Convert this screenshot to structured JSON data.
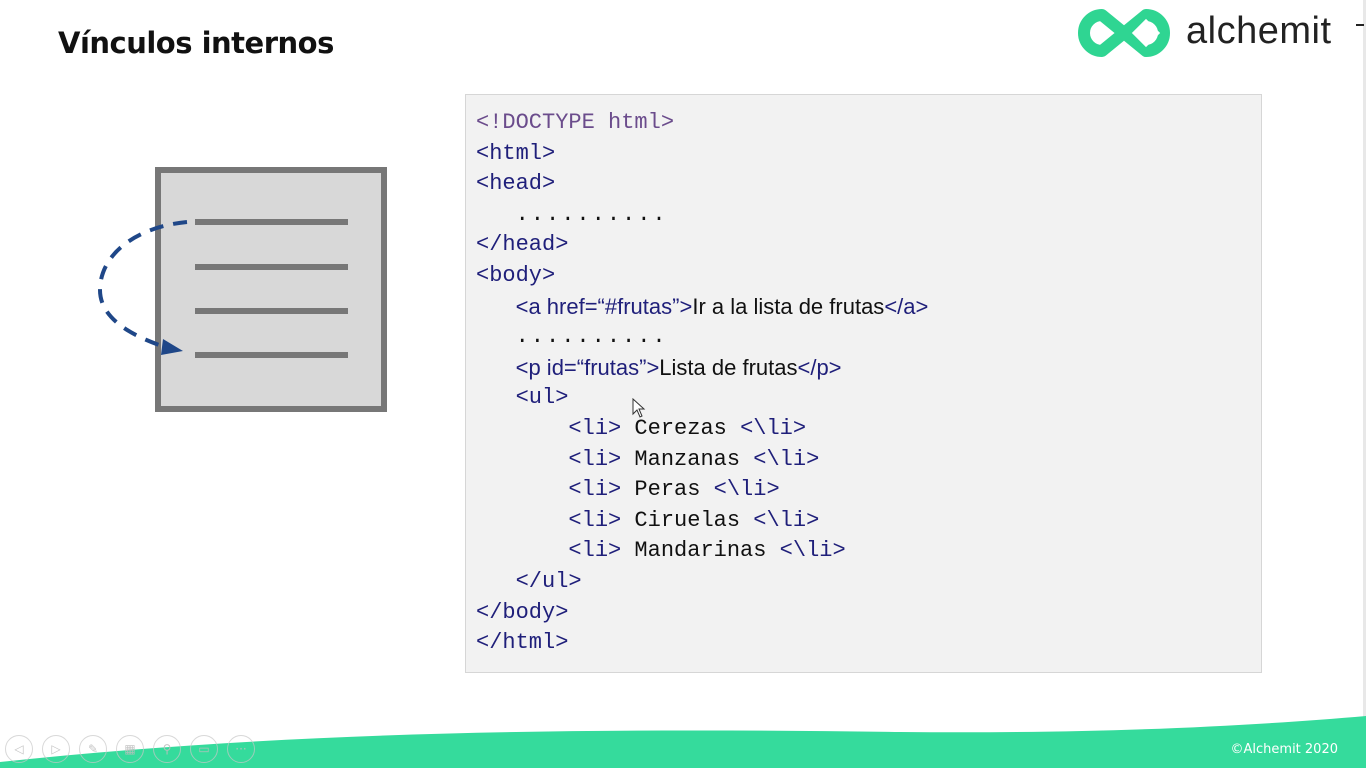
{
  "slide": {
    "title": "Vínculos internos",
    "brand": {
      "name": "alchemit",
      "accent_color": "#2fd592"
    },
    "copyright": "©Alchemit 2020"
  },
  "diagram": {
    "description": "document-with-internal-link",
    "line_count": 4,
    "arrow_color": "#1f4788"
  },
  "code": {
    "lines": [
      {
        "indent": "",
        "parts": [
          {
            "t": "<!DOCTYPE html>",
            "c": "doctype"
          }
        ]
      },
      {
        "indent": "",
        "parts": [
          {
            "t": "<html>",
            "c": "tag"
          }
        ]
      },
      {
        "indent": "",
        "parts": [
          {
            "t": "<head>",
            "c": "tag"
          }
        ]
      },
      {
        "indent": "   ",
        "parts": [
          {
            "t": "..........",
            "c": "dots"
          }
        ]
      },
      {
        "indent": "",
        "parts": [
          {
            "t": "</head>",
            "c": "tag"
          }
        ]
      },
      {
        "indent": "",
        "parts": [
          {
            "t": "<body>",
            "c": "tag"
          }
        ]
      },
      {
        "indent": "   ",
        "parts": [
          {
            "t": "<a href=“#frutas”>",
            "c": "tag"
          },
          {
            "t": "Ir a la lista de frutas",
            "c": "txt"
          },
          {
            "t": "</a>",
            "c": "tag"
          }
        ]
      },
      {
        "indent": "   ",
        "parts": [
          {
            "t": "..........",
            "c": "dots"
          }
        ]
      },
      {
        "indent": "   ",
        "parts": [
          {
            "t": "<p id=“frutas”>",
            "c": "tag"
          },
          {
            "t": "Lista de frutas",
            "c": "txt"
          },
          {
            "t": "</p>",
            "c": "tag"
          }
        ]
      },
      {
        "indent": "   ",
        "parts": [
          {
            "t": "<ul>",
            "c": "tag"
          }
        ]
      },
      {
        "indent": "       ",
        "parts": [
          {
            "t": "<li>",
            "c": "tag"
          },
          {
            "t": " Cerezas ",
            "c": "txt"
          },
          {
            "t": "<\\li>",
            "c": "tag"
          }
        ]
      },
      {
        "indent": "       ",
        "parts": [
          {
            "t": "<li>",
            "c": "tag"
          },
          {
            "t": " Manzanas ",
            "c": "txt"
          },
          {
            "t": "<\\li>",
            "c": "tag"
          }
        ]
      },
      {
        "indent": "       ",
        "parts": [
          {
            "t": "<li>",
            "c": "tag"
          },
          {
            "t": " Peras ",
            "c": "txt"
          },
          {
            "t": "<\\li>",
            "c": "tag"
          }
        ]
      },
      {
        "indent": "       ",
        "parts": [
          {
            "t": "<li>",
            "c": "tag"
          },
          {
            "t": " Ciruelas ",
            "c": "txt"
          },
          {
            "t": "<\\li>",
            "c": "tag"
          }
        ]
      },
      {
        "indent": "       ",
        "parts": [
          {
            "t": "<li>",
            "c": "tag"
          },
          {
            "t": " Mandarinas ",
            "c": "txt"
          },
          {
            "t": "<\\li>",
            "c": "tag"
          }
        ]
      },
      {
        "indent": "   ",
        "parts": [
          {
            "t": "</ul>",
            "c": "tag"
          }
        ]
      },
      {
        "indent": "",
        "parts": [
          {
            "t": "</body>",
            "c": "tag"
          }
        ]
      },
      {
        "indent": "",
        "parts": [
          {
            "t": "</html>",
            "c": "tag"
          }
        ]
      }
    ]
  },
  "presenter_controls": [
    {
      "name": "previous-slide",
      "icon": "◁"
    },
    {
      "name": "next-slide",
      "icon": "▷"
    },
    {
      "name": "pen",
      "icon": "✎"
    },
    {
      "name": "see-all-slides",
      "icon": "▦"
    },
    {
      "name": "zoom",
      "icon": "⚲"
    },
    {
      "name": "subtitles",
      "icon": "▭"
    },
    {
      "name": "more-options",
      "icon": "···"
    }
  ]
}
